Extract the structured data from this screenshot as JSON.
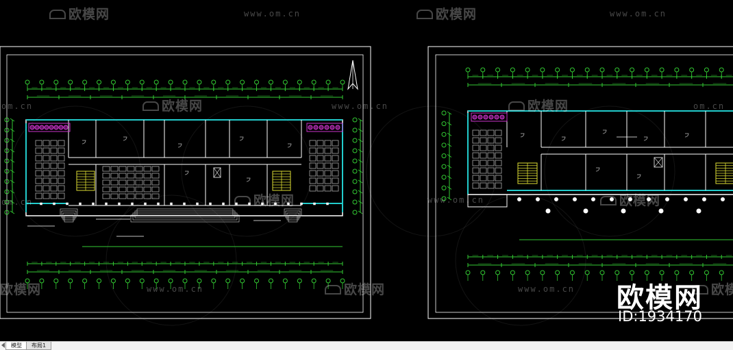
{
  "colors": {
    "background": "#000000",
    "frame": "#ffffff",
    "dimension": "#33cc33",
    "wall": "#ffffff",
    "window": "#22cccc",
    "furniture": "#aaaaaa",
    "fixture": "#cc33cc",
    "stair": "#dddd33"
  },
  "watermark": {
    "logo_text": "欧模网",
    "url_text": "www.om.cn",
    "url_text_alt": "om.cn"
  },
  "brand": {
    "name": "欧模网",
    "id": "ID:1934170"
  },
  "tabs": [
    {
      "label": "模型",
      "active": true
    },
    {
      "label": "布局1",
      "active": false
    }
  ],
  "icons": {
    "north_arrow": "north-arrow-icon",
    "tab_scroll": "tab-scroll-arrow-icon"
  }
}
